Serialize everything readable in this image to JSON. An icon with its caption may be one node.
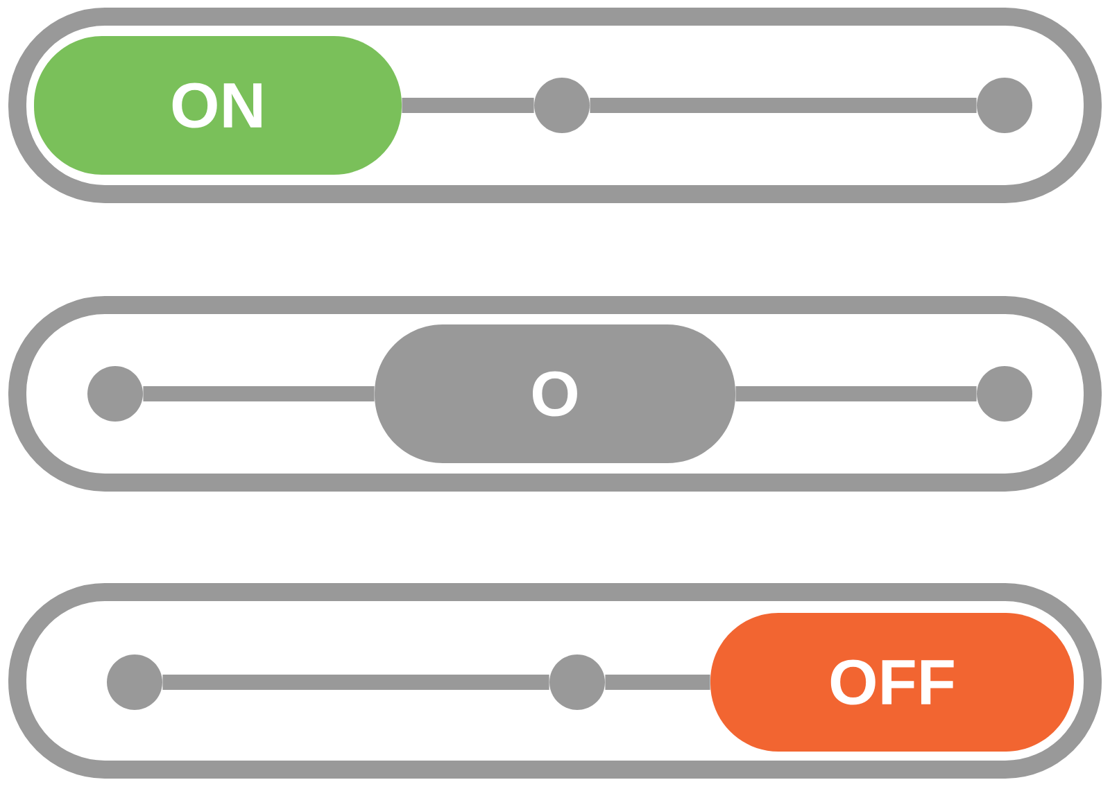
{
  "diagram": {
    "nodes": [
      {
        "text": [],
        "shape": "box"
      },
      {
        "text": [
          "ON"
        ],
        "in": 0
      },
      {
        "text": [],
        "shape": "circle",
        "in": 0
      },
      {
        "text": [],
        "shape": "circle",
        "in": 0
      },
      {
        "text": [],
        "shape": "box"
      },
      {
        "text": [],
        "shape": "circle",
        "in": 4
      },
      {
        "text": [
          "O"
        ],
        "in": 4
      },
      {
        "text": [],
        "shape": "circle",
        "in": 4
      },
      {
        "text": [],
        "shape": "box"
      },
      {
        "text": [],
        "shape": "circle",
        "in": 8
      },
      {
        "text": [],
        "shape": "circle",
        "in": 8
      },
      {
        "text": [
          "OFF"
        ],
        "in": 8
      }
    ],
    "edges": [
      {
        "from": 1,
        "to": 2,
        "arrow": "none"
      },
      {
        "from": 2,
        "to": 3,
        "arrow": "none"
      },
      {
        "from": 5,
        "to": 6,
        "arrow": "none"
      },
      {
        "from": 6,
        "to": 7,
        "arrow": "none"
      },
      {
        "from": 9,
        "to": 10,
        "arrow": "none"
      },
      {
        "from": 10,
        "to": 11,
        "arrow": "none"
      }
    ]
  }
}
